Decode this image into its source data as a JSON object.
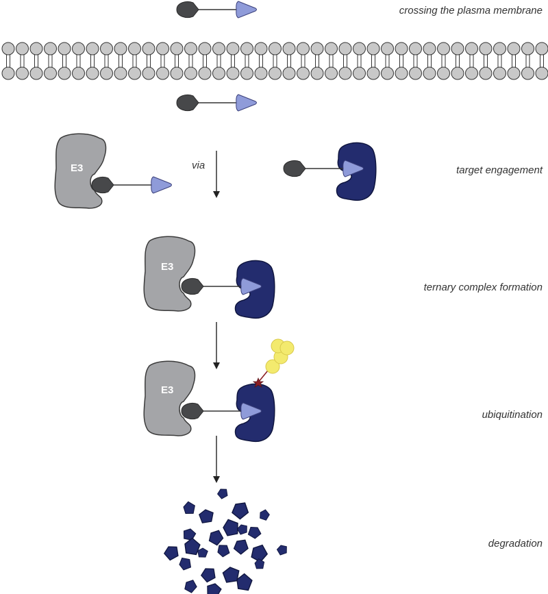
{
  "steps": {
    "membrane": "crossing the plasma membrane",
    "engagement": "target engagement",
    "ternary": "ternary complex formation",
    "ubiquitination": "ubiquitination",
    "degradation": "degradation"
  },
  "via": "via",
  "e3": "E3",
  "colors": {
    "e3_ligase": "#a4a5a8",
    "e3_ligand": "#47484a",
    "warhead": "#8f9bd9",
    "target_protein": "#232c6e",
    "ubiquitin": "#f3ea6e",
    "ubiquitin_anchor": "#8a1f25",
    "lipid_head": "#c8c8c8"
  }
}
